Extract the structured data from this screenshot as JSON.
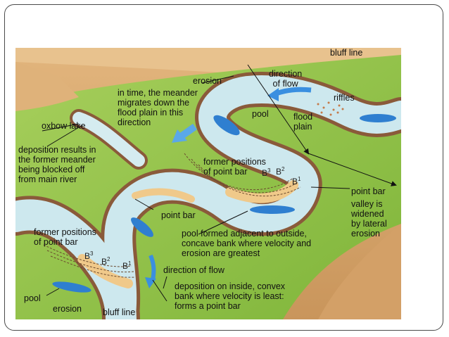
{
  "labels": {
    "bluff_line_top": "bluff line",
    "direction_of_flow_top": "direction\nof flow",
    "erosion_top": "erosion",
    "riffles": "riffles",
    "meander_migrates": "in time, the meander\nmigrates down the\nflood plain in this\ndirection",
    "pool_top": "pool",
    "flood_plain": "flood\nplain",
    "oxbow_lake": "oxbow lake",
    "deposition_blocked": "deposition results in\nthe former meander\nbeing blocked off\nfrom main river",
    "former_positions_right": "former positions\nof point bar",
    "point_bar_right": "point bar",
    "valley_widened": "valley is\nwidened\nby lateral\nerosion",
    "point_bar_middle": "point bar",
    "pool_formed_outside": "pool formed adjacent to outside,\nconcave bank where velocity and\nerosion are greatest",
    "former_positions_left": "former positions\nof point bar",
    "direction_of_flow_bottom": "direction of flow",
    "deposition_inside": "deposition on inside, convex\nbank where velocity is least:\nforms a point bar",
    "pool_bottom": "pool",
    "erosion_bottom": "erosion",
    "bluff_line_bottom": "bluff line"
  },
  "bar_markers": {
    "right": {
      "b3": "B",
      "b3_sup": "3",
      "b2": "B",
      "b2_sup": "2",
      "b1": "B",
      "b1_sup": "1"
    },
    "left": {
      "b3": "B",
      "b3_sup": "3",
      "b2": "B",
      "b2_sup": "2",
      "b1": "B",
      "b1_sup": "1"
    }
  },
  "colors": {
    "flood_plain_green": "#8cbf3f",
    "bluff_tan": "#d6a56a",
    "water_light": "#cde8ee",
    "water_pool": "#2f7fd0",
    "point_bar_sand": "#f0c98a",
    "riverbank_brown": "#8a5a3a",
    "arrow_blue": "#3a8fe0"
  }
}
